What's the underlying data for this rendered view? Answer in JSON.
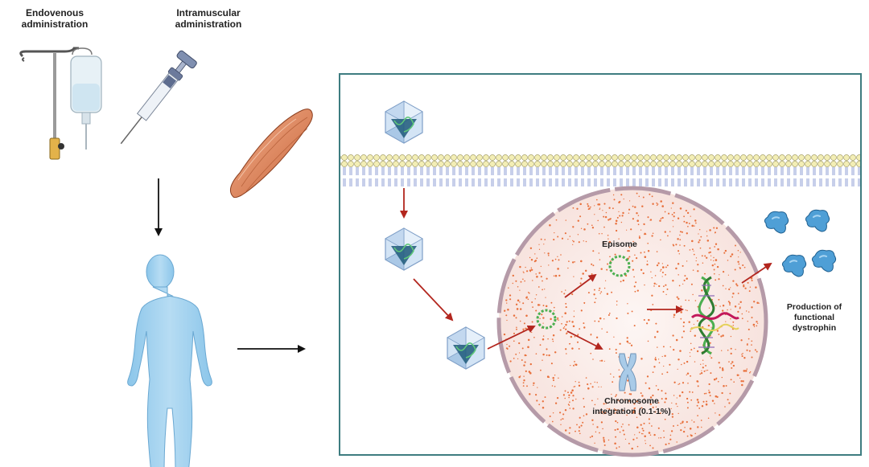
{
  "labels": {
    "endovenous": "Endovenous\nadministration",
    "intramuscular": "Intramuscular\nadministration",
    "episome": "Episome",
    "chromosome": "Chromosome\nintegration (0.1-1%)",
    "production": "Production of\nfunctional\ndystrophin"
  },
  "colors": {
    "panel_border": "#3e7c80",
    "arrow_red": "#b3261e",
    "membrane_head": "#f3eeb5",
    "membrane_tail": "#b8c3e8",
    "nucleus_fill": "#fbf0ee",
    "nucleus_dots": "#e8703c",
    "body": "#a9d5ef",
    "capsid": "#bcd5ee",
    "dna_green": "#4caf50",
    "protein": "#4f9fd6"
  },
  "icons": [
    "iv-drip-icon",
    "syringe-icon",
    "muscle-icon",
    "human-body-icon",
    "aav-capsid-icon",
    "episome-icon",
    "chromosome-icon",
    "dna-helix-icon",
    "dystrophin-protein-icon"
  ]
}
